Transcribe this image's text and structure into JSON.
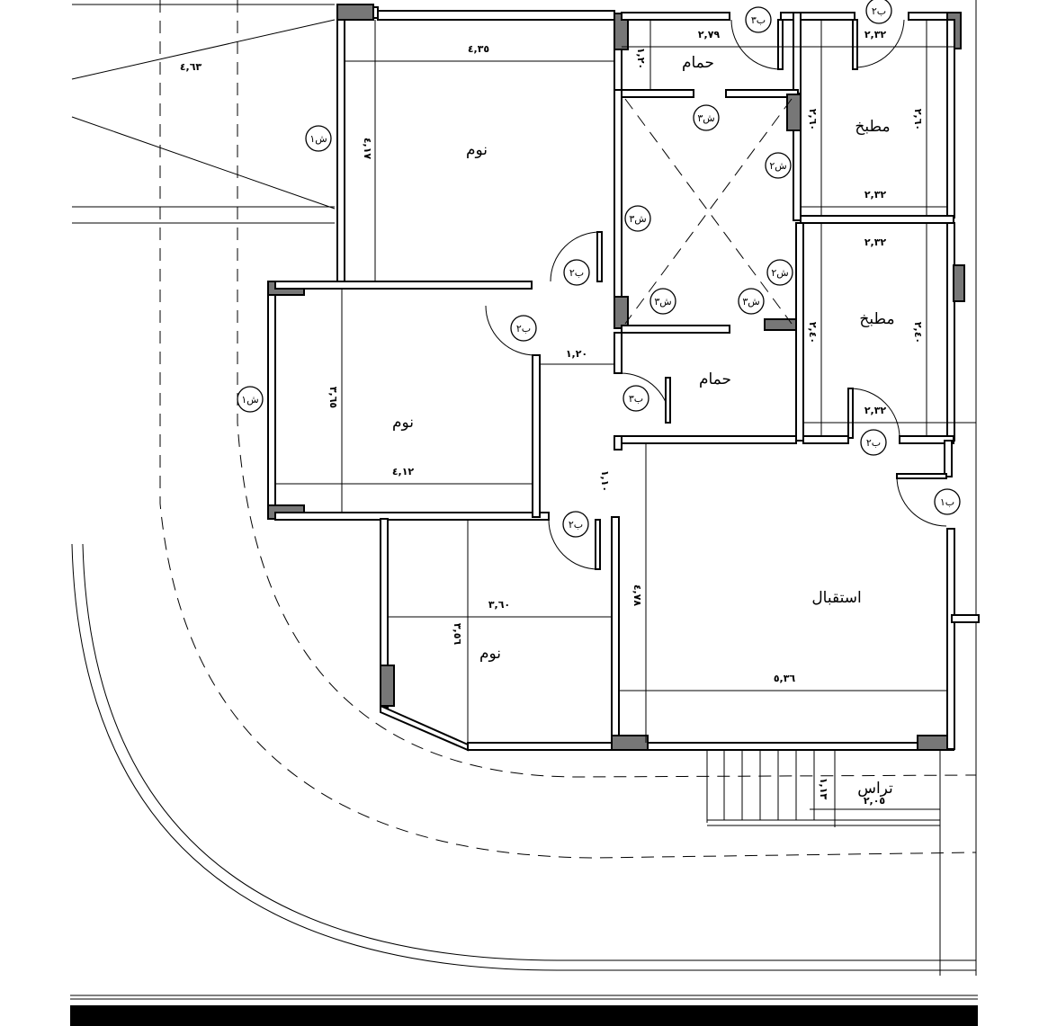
{
  "rooms": {
    "bedroom_top": "نوم",
    "bedroom_middle": "نوم",
    "bedroom_bottom": "نوم",
    "bath_top": "حمام",
    "bath_lower": "حمام",
    "kitchen_top": "مطبخ",
    "kitchen_lower": "مطبخ",
    "reception": "استقبال",
    "terrace": "تراس"
  },
  "dimensions": {
    "outer_left": "٤,٦٣",
    "bedroom_top_w": "٤,٣٥",
    "bedroom_top_h": "٤,١٧",
    "bath_top_w": "٢,٧٩",
    "bath_top_h": "١,٢٠",
    "kitchen_top_w1": "٢,٣٢",
    "kitchen_top_w2": "٢,٣٢",
    "kitchen_top_h1": "٢,٦٠",
    "kitchen_top_h2": "٢,٦٠",
    "kitchen_lower_w1": "٢,٣٢",
    "kitchen_lower_w2": "٢,٣٢",
    "kitchen_lower_h1": "٢,٤٠",
    "kitchen_lower_h2": "٢,٤٠",
    "corridor_w": "١,٢٠",
    "bedroom_mid_h": "٣,٦٥",
    "bedroom_mid_w": "٤,١٢",
    "corridor_h": "١,١٠",
    "bedroom_bot_w": "٣,٦٠",
    "bedroom_bot_h": "٣,٥٦",
    "reception_h": "٤,٧٨",
    "reception_w": "٥,٣٦",
    "terrace_h": "١,١٣",
    "terrace_w": "٢,٠٥"
  },
  "tags": {
    "window1_a": "ش١",
    "window1_b": "ش١",
    "window2_a": "ش٢",
    "window2_b": "ش٢",
    "window3_a": "ش٣",
    "window3_b": "ش٣",
    "window3_c": "ش٣",
    "window3_d": "ش٣",
    "door2_a": "ب٢",
    "door2_b": "ب٢",
    "door2_c": "ب٢",
    "door2_d": "ب٢",
    "door2_e": "ب٢",
    "door3_a": "ب٣",
    "door3_b": "ب٣",
    "door1": "ب١"
  }
}
